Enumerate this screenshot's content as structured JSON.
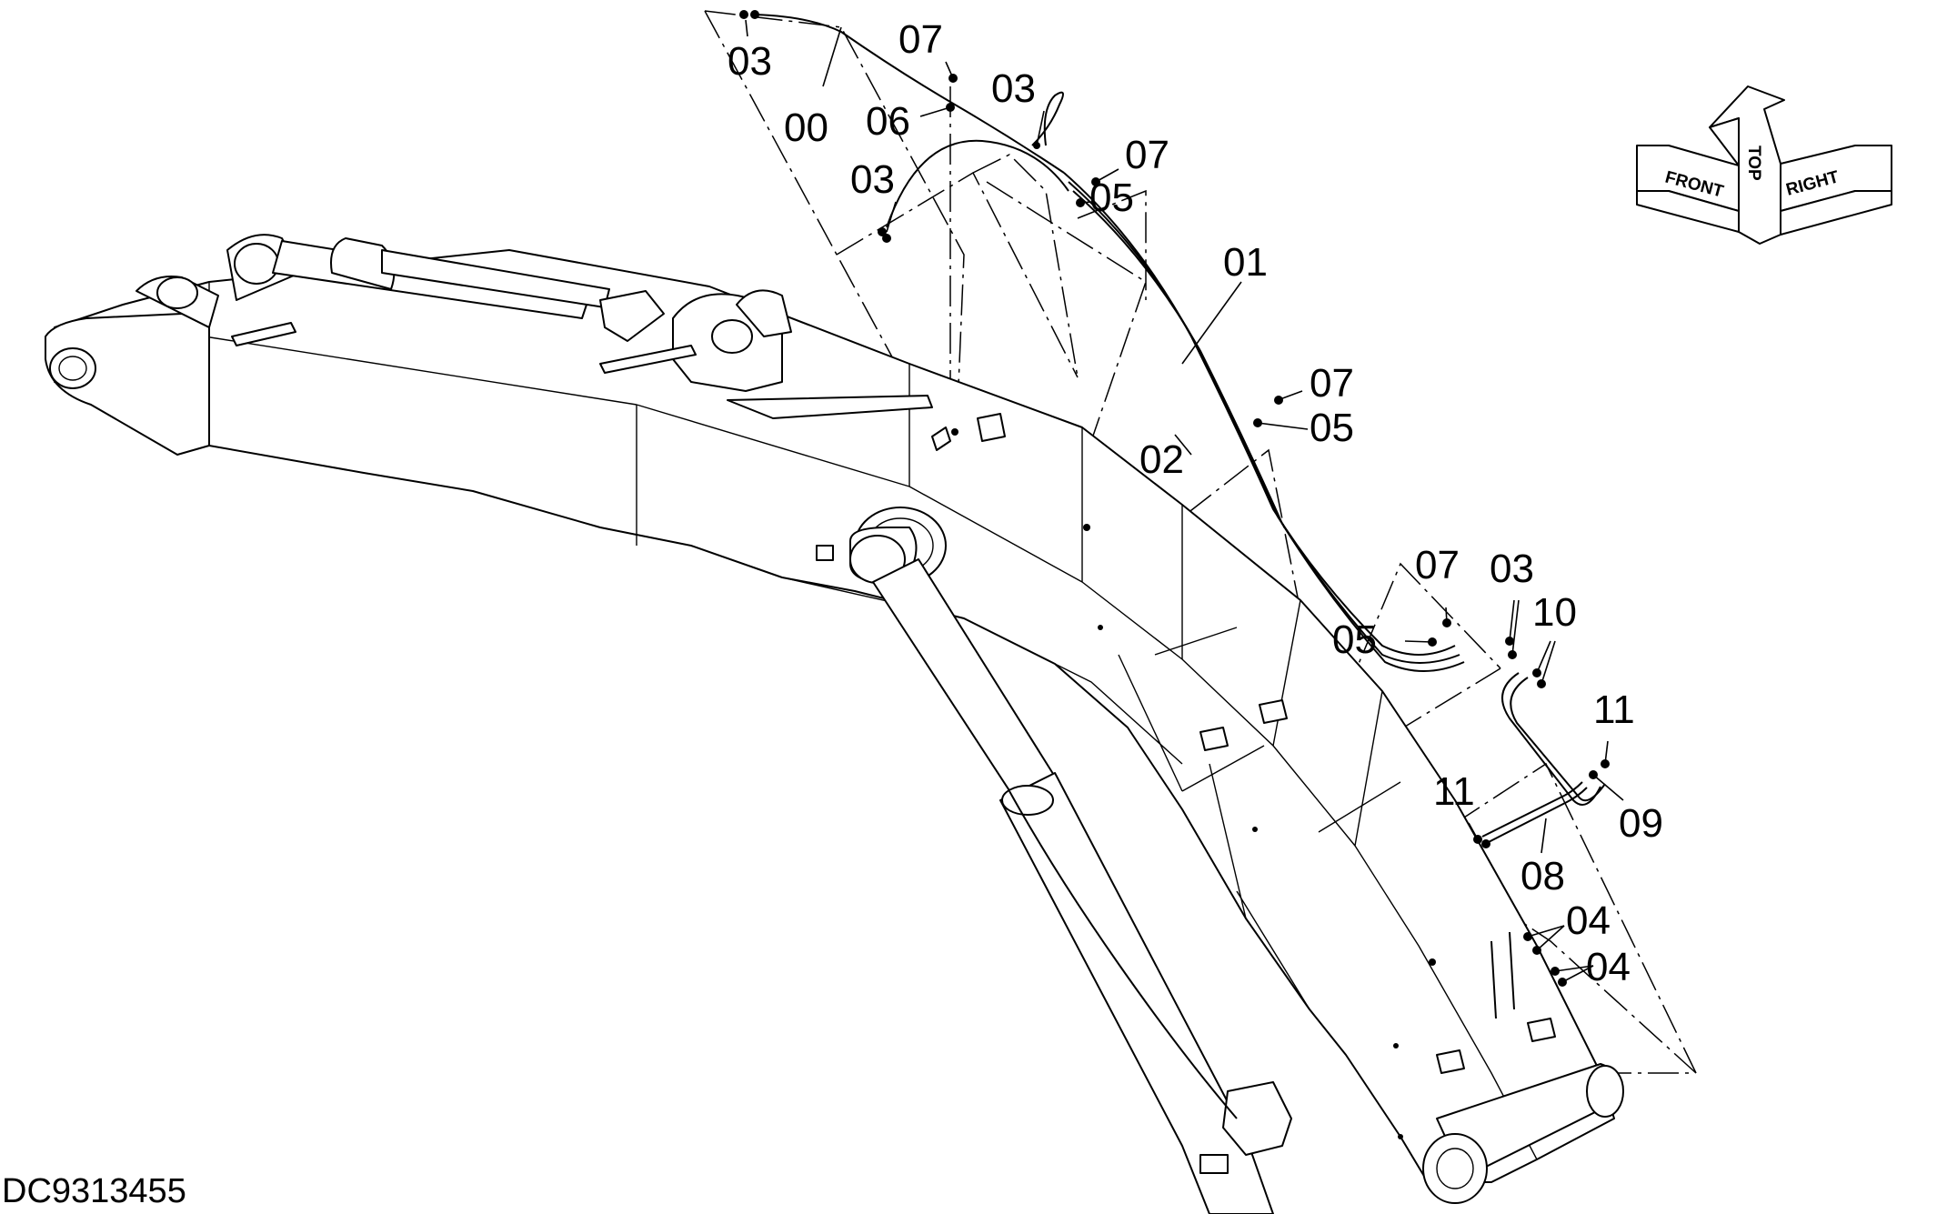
{
  "drawing_id": "DC9313455",
  "compass": {
    "front_label": "FRONT",
    "top_label": "TOP",
    "right_label": "RIGHT"
  },
  "callouts": [
    {
      "id": "c-03-a",
      "text": "03"
    },
    {
      "id": "c-00",
      "text": "00"
    },
    {
      "id": "c-07-a",
      "text": "07"
    },
    {
      "id": "c-06",
      "text": "06"
    },
    {
      "id": "c-03-b",
      "text": "03"
    },
    {
      "id": "c-03-c",
      "text": "03"
    },
    {
      "id": "c-07-b",
      "text": "07"
    },
    {
      "id": "c-05-a",
      "text": "05"
    },
    {
      "id": "c-01",
      "text": "01"
    },
    {
      "id": "c-07-c",
      "text": "07"
    },
    {
      "id": "c-05-b",
      "text": "05"
    },
    {
      "id": "c-02",
      "text": "02"
    },
    {
      "id": "c-07-d",
      "text": "07"
    },
    {
      "id": "c-03-d",
      "text": "03"
    },
    {
      "id": "c-10",
      "text": "10"
    },
    {
      "id": "c-05-c",
      "text": "05"
    },
    {
      "id": "c-11-a",
      "text": "11"
    },
    {
      "id": "c-11-b",
      "text": "11"
    },
    {
      "id": "c-09",
      "text": "09"
    },
    {
      "id": "c-08",
      "text": "08"
    },
    {
      "id": "c-04-a",
      "text": "04"
    },
    {
      "id": "c-04-b",
      "text": "04"
    }
  ]
}
